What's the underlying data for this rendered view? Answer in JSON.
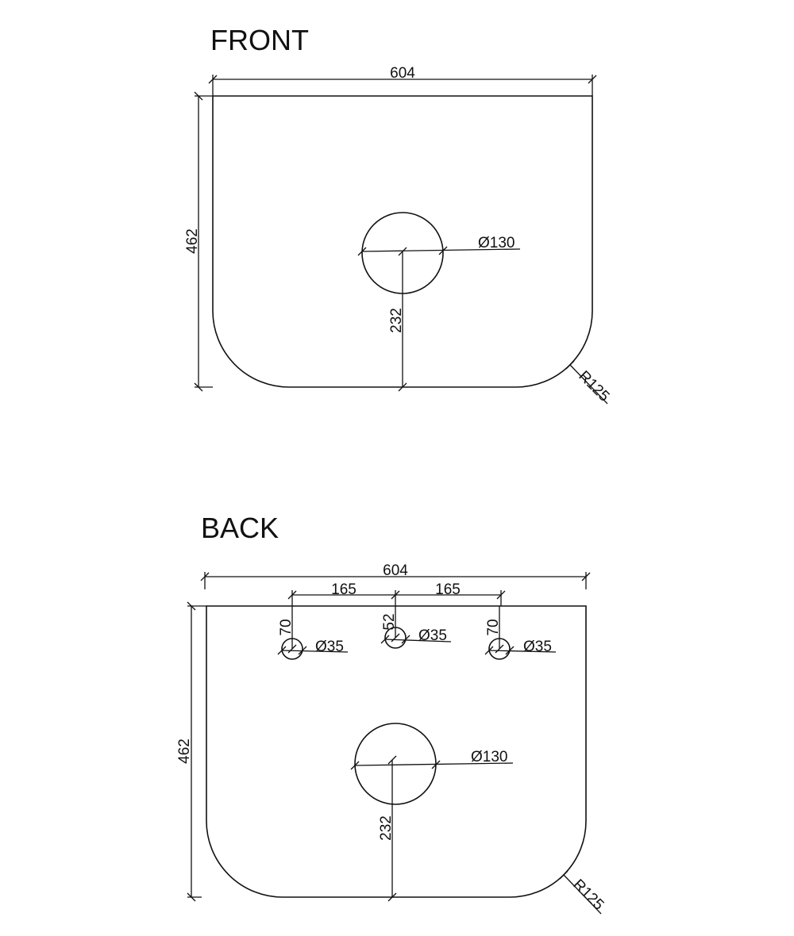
{
  "front": {
    "title": "FRONT",
    "width_label": "604",
    "height_label": "462",
    "hole_label": "Ø130",
    "hole_offset_label": "232",
    "radius_label": "R125"
  },
  "back": {
    "title": "BACK",
    "width_label": "604",
    "height_label": "462",
    "spacing_left_label": "165",
    "spacing_right_label": "165",
    "left_hole_offset_label": "70",
    "center_hole_offset_label": "52",
    "right_hole_offset_label": "70",
    "left_hole_label": "Ø35",
    "center_hole_label": "Ø35",
    "right_hole_label": "Ø35",
    "hole_label": "Ø130",
    "hole_offset_label": "232",
    "radius_label": "R125"
  }
}
